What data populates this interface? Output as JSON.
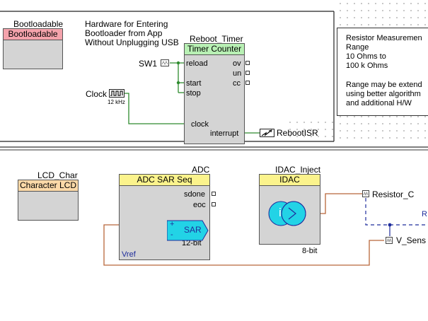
{
  "top_section": {
    "bootloadable": {
      "instance": "Bootloadable",
      "title": "Bootloadable"
    },
    "hardware_note": [
      "Hardware for Entering",
      "Bootloader from App",
      "Without Unplugging USB"
    ],
    "reboot_timer": {
      "instance": "Reboot_Timer",
      "title": "Timer Counter",
      "pins_left": [
        "reload",
        "start",
        "stop",
        "clock"
      ],
      "pins_right": [
        "ov",
        "un",
        "cc",
        "interrupt"
      ]
    },
    "sw1_label": "SW1",
    "clock_label": "Clock",
    "clock_freq": "12 kHz",
    "isr_label": "RebootISR"
  },
  "note_box": {
    "lines": [
      "Resistor Measuremen",
      "Range",
      "10 Ohms to",
      "100 k Ohms",
      "",
      "Range may be extend",
      "using better algorithm",
      "and additional H/W"
    ]
  },
  "bottom_section": {
    "lcd": {
      "instance": "LCD_Char",
      "title": "Character LCD"
    },
    "adc": {
      "instance": "ADC",
      "title": "ADC SAR Seq",
      "pins": [
        "sdone",
        "eoc"
      ],
      "inner_label": "SAR",
      "plus": "+",
      "minus": "-",
      "resolution": "12-bit",
      "vref": "Vref"
    },
    "idac": {
      "instance": "IDAC_Inject",
      "title": "IDAC",
      "icon_letter": "i",
      "resolution": "8-bit"
    },
    "resistor_c_label": "Resistor_C",
    "v_sense_label": "V_Sens",
    "r_label": "R"
  },
  "colors": {
    "bootloadable_header": "#f4a3ac",
    "timer_header": "#b8f0b4",
    "adc_header": "#fbf38c",
    "idac_header": "#fbf38c",
    "lcd_header": "#fcd9a8",
    "green_wire": "#2e8b2e",
    "blue_wire": "#1f2d9c",
    "brown_wire": "#b8663a",
    "cyan_icon": "#22d3e6"
  }
}
